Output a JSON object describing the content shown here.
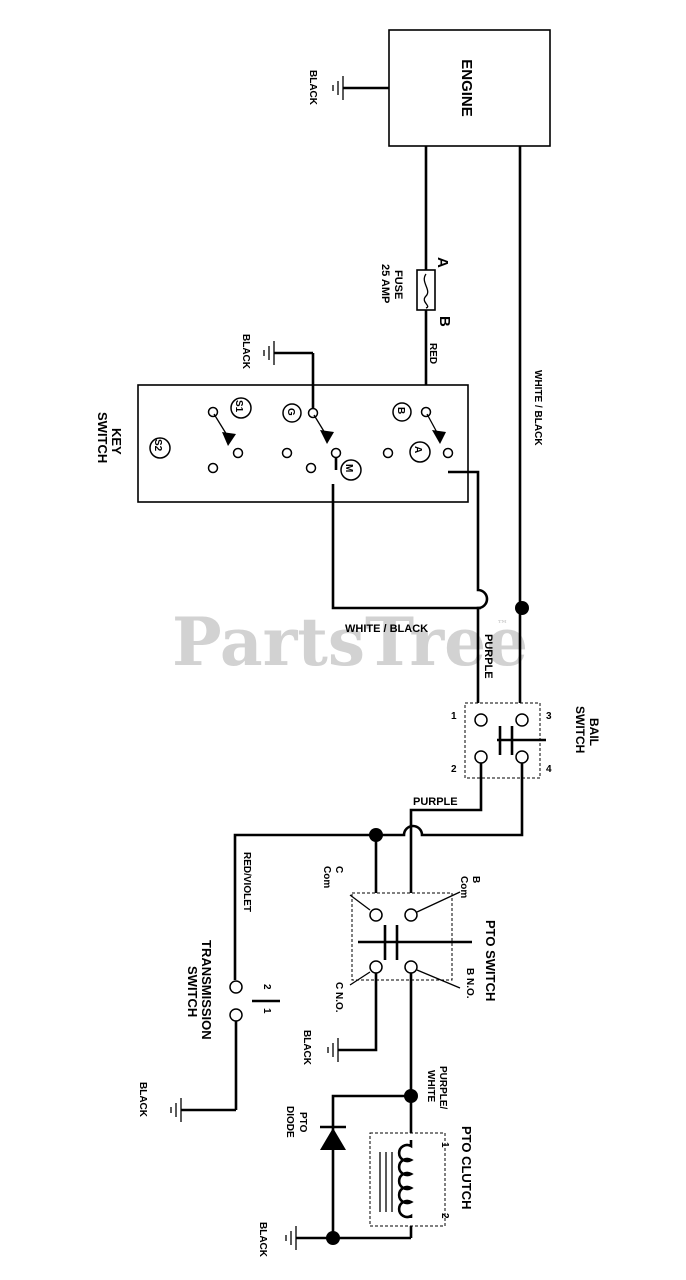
{
  "watermark": "PartsTree",
  "watermark_tm": "™",
  "components": {
    "engine": "ENGINE",
    "fuse": {
      "line1": "FUSE",
      "line2": "25 AMP",
      "terminal_a": "A",
      "terminal_b": "B"
    },
    "key_switch": {
      "line1": "KEY",
      "line2": "SWITCH",
      "terminals": [
        "S1",
        "S2",
        "G",
        "M",
        "B",
        "A"
      ]
    },
    "bail_switch": {
      "line1": "BAIL",
      "line2": "SWITCH",
      "terminals": [
        "1",
        "2",
        "3",
        "4"
      ]
    },
    "pto_switch": {
      "title": "PTO SWITCH",
      "c_com": [
        "C",
        "Com"
      ],
      "b_com": [
        "B",
        "Com"
      ],
      "c_no": "C N.O.",
      "b_no": "B N.O."
    },
    "transmission_switch": {
      "line1": "TRANSMISSION",
      "line2": "SWITCH",
      "terminals": [
        "2",
        "1"
      ]
    },
    "pto_diode": {
      "line1": "PTO",
      "line2": "DIODE"
    },
    "pto_clutch": {
      "title": "PTO CLUTCH",
      "terminals": [
        "1",
        "2"
      ]
    }
  },
  "wire_labels": {
    "engine_ground": "BLACK",
    "key_ground": "BLACK",
    "red": "RED",
    "white_black_right": "WHITE / BLACK",
    "white_black_mid": "WHITE / BLACK",
    "purple_upper": "PURPLE",
    "purple_lower": "PURPLE",
    "red_violet": "RED/VIOLET",
    "pto_ground": "BLACK",
    "purple_white": [
      "PURPLE/",
      "WHITE"
    ],
    "trans_ground": "BLACK",
    "clutch_ground": "BLACK"
  }
}
